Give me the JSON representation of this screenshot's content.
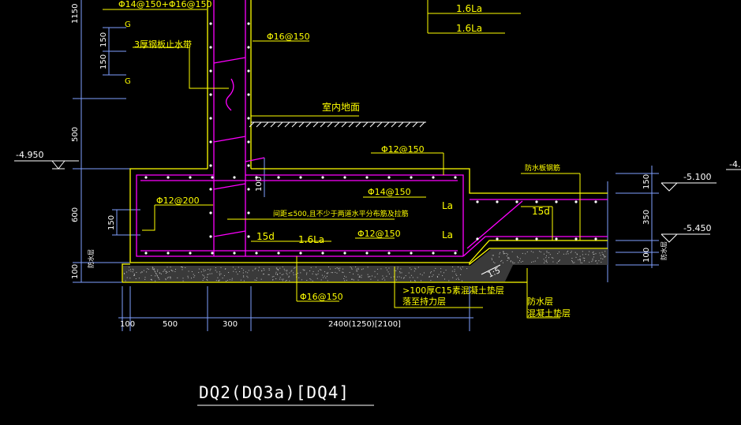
{
  "drawing": {
    "title": "DQ2(DQ3a)[DQ4]",
    "colors": {
      "background": "#000000",
      "concrete_outline": "#ffff00",
      "rebar": "#ff00ff",
      "annotation": "#ffff00",
      "dimension": "#7f9fff",
      "white": "#ffffff",
      "title": "#ffffff"
    }
  },
  "annotations": {
    "rebar_top": "Φ14@150+Φ16@150",
    "rebar_wall_vertical": "Φ16@150",
    "waterstop_label": "3厚钢板止水带",
    "waterstop_tag": "G",
    "indoor_floor": "室内地面",
    "slab_top_bar": "Φ12@150",
    "slab_cross_bar": "Φ14@150",
    "stirrup_bar": "Φ12@200",
    "spacing_note": "间距≤500,且不少于两道水平分布筋及拉筋",
    "anchor_15d_a": "15d",
    "anchor_16la_a": "1.6La",
    "anchor_15d_b": "15d",
    "la_a": "La",
    "la_b": "La",
    "bottom_bar": "Φ12@150",
    "bottom_bar_b": "Φ16@150",
    "lap_top_1": "1.6La",
    "lap_top_2": "1.6La",
    "waterproof_board": "防水板钢筋",
    "cushion_note_1": ">100厚C15素混凝土垫层",
    "cushion_note_2": "落至持力层",
    "waterproof_layer": "防水层",
    "cushion_layer": "混凝土垫层",
    "slope_label": "1:5",
    "layer_tag_left": "防水层",
    "layer_tag_right": "防水层"
  },
  "elevations": {
    "left": "-4.950",
    "right_top": "-5.100",
    "right_bottom": "-5.450",
    "far_right": "-4."
  },
  "dimensions": {
    "v_1150": "1150",
    "v_150a": "150",
    "v_150b": "150",
    "v_500": "500",
    "v_600": "600",
    "v_150c": "150",
    "v_100a": "100",
    "v_100b": "100",
    "r_150": "150",
    "r_350": "350",
    "r_100": "100",
    "h_100": "100",
    "h_500": "500",
    "h_300": "300",
    "h_2400": "2400(1250)[2100]"
  }
}
